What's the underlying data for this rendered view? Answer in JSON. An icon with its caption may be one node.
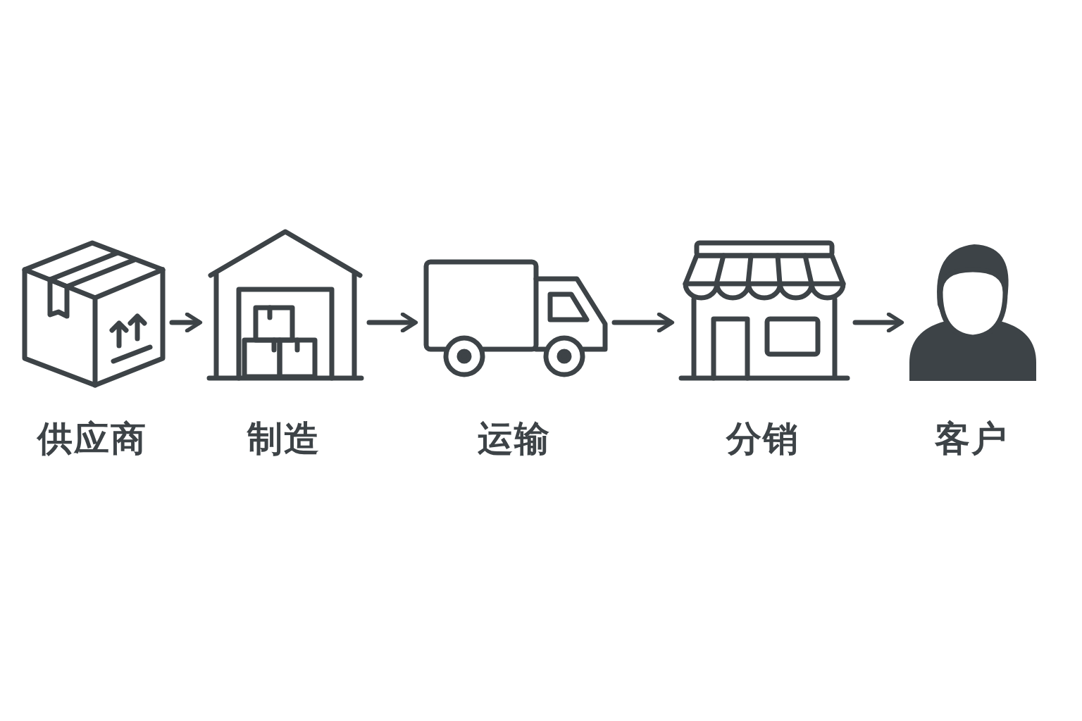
{
  "diagram": {
    "nodes": [
      {
        "text": [
          "供应商"
        ]
      },
      {
        "text": [
          "制造"
        ]
      },
      {
        "text": [
          "运输"
        ]
      },
      {
        "text": [
          "分销"
        ]
      },
      {
        "text": [
          "客户"
        ]
      }
    ],
    "edges": [
      {
        "from": 0,
        "to": 1,
        "arrow": "to"
      },
      {
        "from": 1,
        "to": 2,
        "arrow": "to"
      },
      {
        "from": 2,
        "to": 3,
        "arrow": "to"
      },
      {
        "from": 3,
        "to": 4,
        "arrow": "to"
      }
    ]
  }
}
